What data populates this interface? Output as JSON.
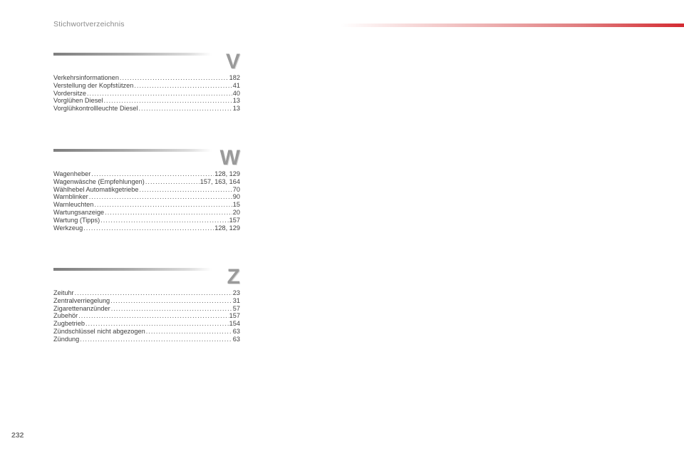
{
  "header": {
    "title": "Stichwortverzeichnis"
  },
  "sections": [
    {
      "letter": "V",
      "entries": [
        {
          "label": "Verkehrsinformationen",
          "page": "182"
        },
        {
          "label": "Verstellung der Kopfstützen",
          "page": "41"
        },
        {
          "label": "Vordersitze",
          "page": "40"
        },
        {
          "label": "Vorglühen Diesel",
          "page": "13"
        },
        {
          "label": "Vorglühkontrollleuchte Diesel",
          "page": "13"
        }
      ]
    },
    {
      "letter": "W",
      "entries": [
        {
          "label": "Wagenheber",
          "page": "128, 129"
        },
        {
          "label": "Wagenwäsche (Empfehlungen)",
          "page": "157, 163, 164"
        },
        {
          "label": "Wählhebel Automatikgetriebe",
          "page": "70"
        },
        {
          "label": "Warnblinker",
          "page": "90"
        },
        {
          "label": "Warnleuchten",
          "page": "15"
        },
        {
          "label": "Wartungsanzeige",
          "page": "20"
        },
        {
          "label": "Wartung (Tipps)",
          "page": "157"
        },
        {
          "label": "Werkzeug",
          "page": "128, 129"
        }
      ]
    },
    {
      "letter": "Z",
      "entries": [
        {
          "label": "Zeituhr",
          "page": "23"
        },
        {
          "label": "Zentralverriegelung",
          "page": "31"
        },
        {
          "label": "Zigarettenanzünder",
          "page": "57"
        },
        {
          "label": "Zubehör",
          "page": "157"
        },
        {
          "label": "Zugbetrieb",
          "page": "154"
        },
        {
          "label": "Zündschlüssel nicht abgezogen",
          "page": "63"
        },
        {
          "label": "Zündung",
          "page": "63"
        }
      ]
    }
  ],
  "footer": {
    "page_number": "232"
  },
  "colors": {
    "accent": "#d42a31",
    "section_letter": "#9a9a9a"
  }
}
